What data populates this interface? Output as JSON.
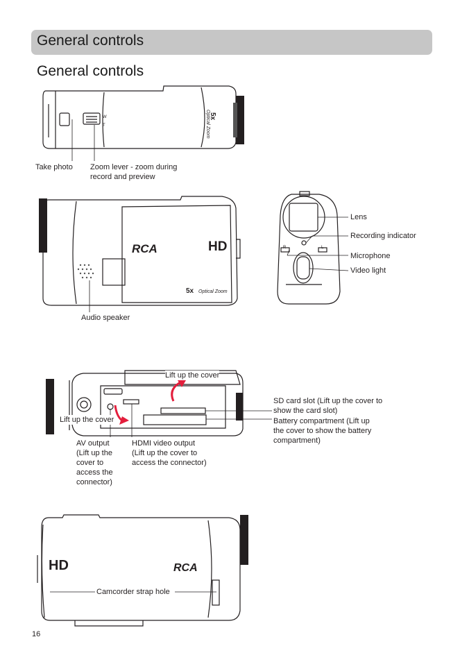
{
  "header": {
    "banner_title": "General controls",
    "section_title": "General controls"
  },
  "top_view": {
    "take_photo": "Take photo",
    "zoom_lever": "Zoom lever - zoom during record and preview",
    "body_zoom_text": "5x",
    "body_optical_zoom": "Optical Zoom",
    "lever_w": "W",
    "lever_t": "T"
  },
  "side_view": {
    "audio_speaker": "Audio speaker",
    "brand_logo": "RCA",
    "hd_badge": "HD",
    "zoom_text": "5x",
    "optical_zoom": "Optical Zoom"
  },
  "front_view": {
    "lens": "Lens",
    "recording_indicator": "Recording indicator",
    "microphone": "Microphone",
    "video_light": "Video light",
    "mic_r": "R",
    "mic_l": "L"
  },
  "bottom_view": {
    "lift_cover_top": "Lift up the cover",
    "lift_cover_left": "Lift up the cover",
    "sd_card_slot": "SD card slot (Lift up the cover to show the card slot)",
    "battery_compartment": "Battery compartment (Lift up the cover to show the battery compartment)",
    "av_output": "AV output (Lift up the cover to access the connector)",
    "hdmi_output": "HDMI video output (Lift up the cover to access the connector)"
  },
  "back_view": {
    "hd_badge": "HD",
    "brand_logo": "RCA",
    "strap_hole": "Camcorder strap hole"
  },
  "footer": {
    "page_number": "16"
  },
  "colors": {
    "banner": "#c6c6c6",
    "arrow_red": "#e31e3c",
    "line": "#231f20"
  }
}
